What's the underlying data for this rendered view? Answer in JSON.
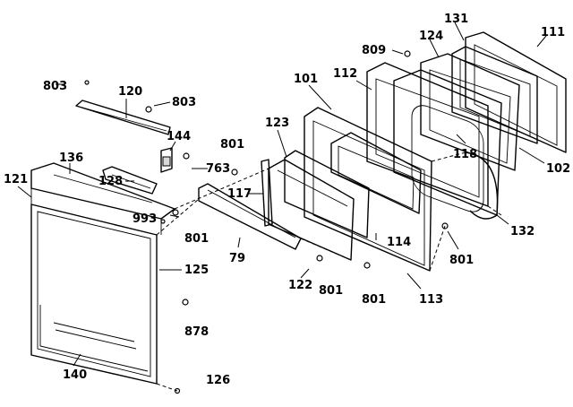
{
  "diagram": {
    "labels": {
      "p803a": "803",
      "p120": "120",
      "p803b": "803",
      "p144": "144",
      "p136": "136",
      "p121": "121",
      "p126": "126",
      "p763": "763",
      "p993": "993",
      "p801a": "801",
      "p801b": "801",
      "p125": "125",
      "p878": "878",
      "p140": "140",
      "p128": "128",
      "p117": "117",
      "p123": "123",
      "p79": "79",
      "p122": "122",
      "p801c": "801",
      "p801d": "801",
      "p113": "113",
      "p114": "114",
      "p101": "101",
      "p112": "112",
      "p809": "809",
      "p124": "124",
      "p131": "131",
      "p111": "111",
      "p118": "118",
      "p102": "102",
      "p132": "132",
      "p801e": "801"
    }
  }
}
